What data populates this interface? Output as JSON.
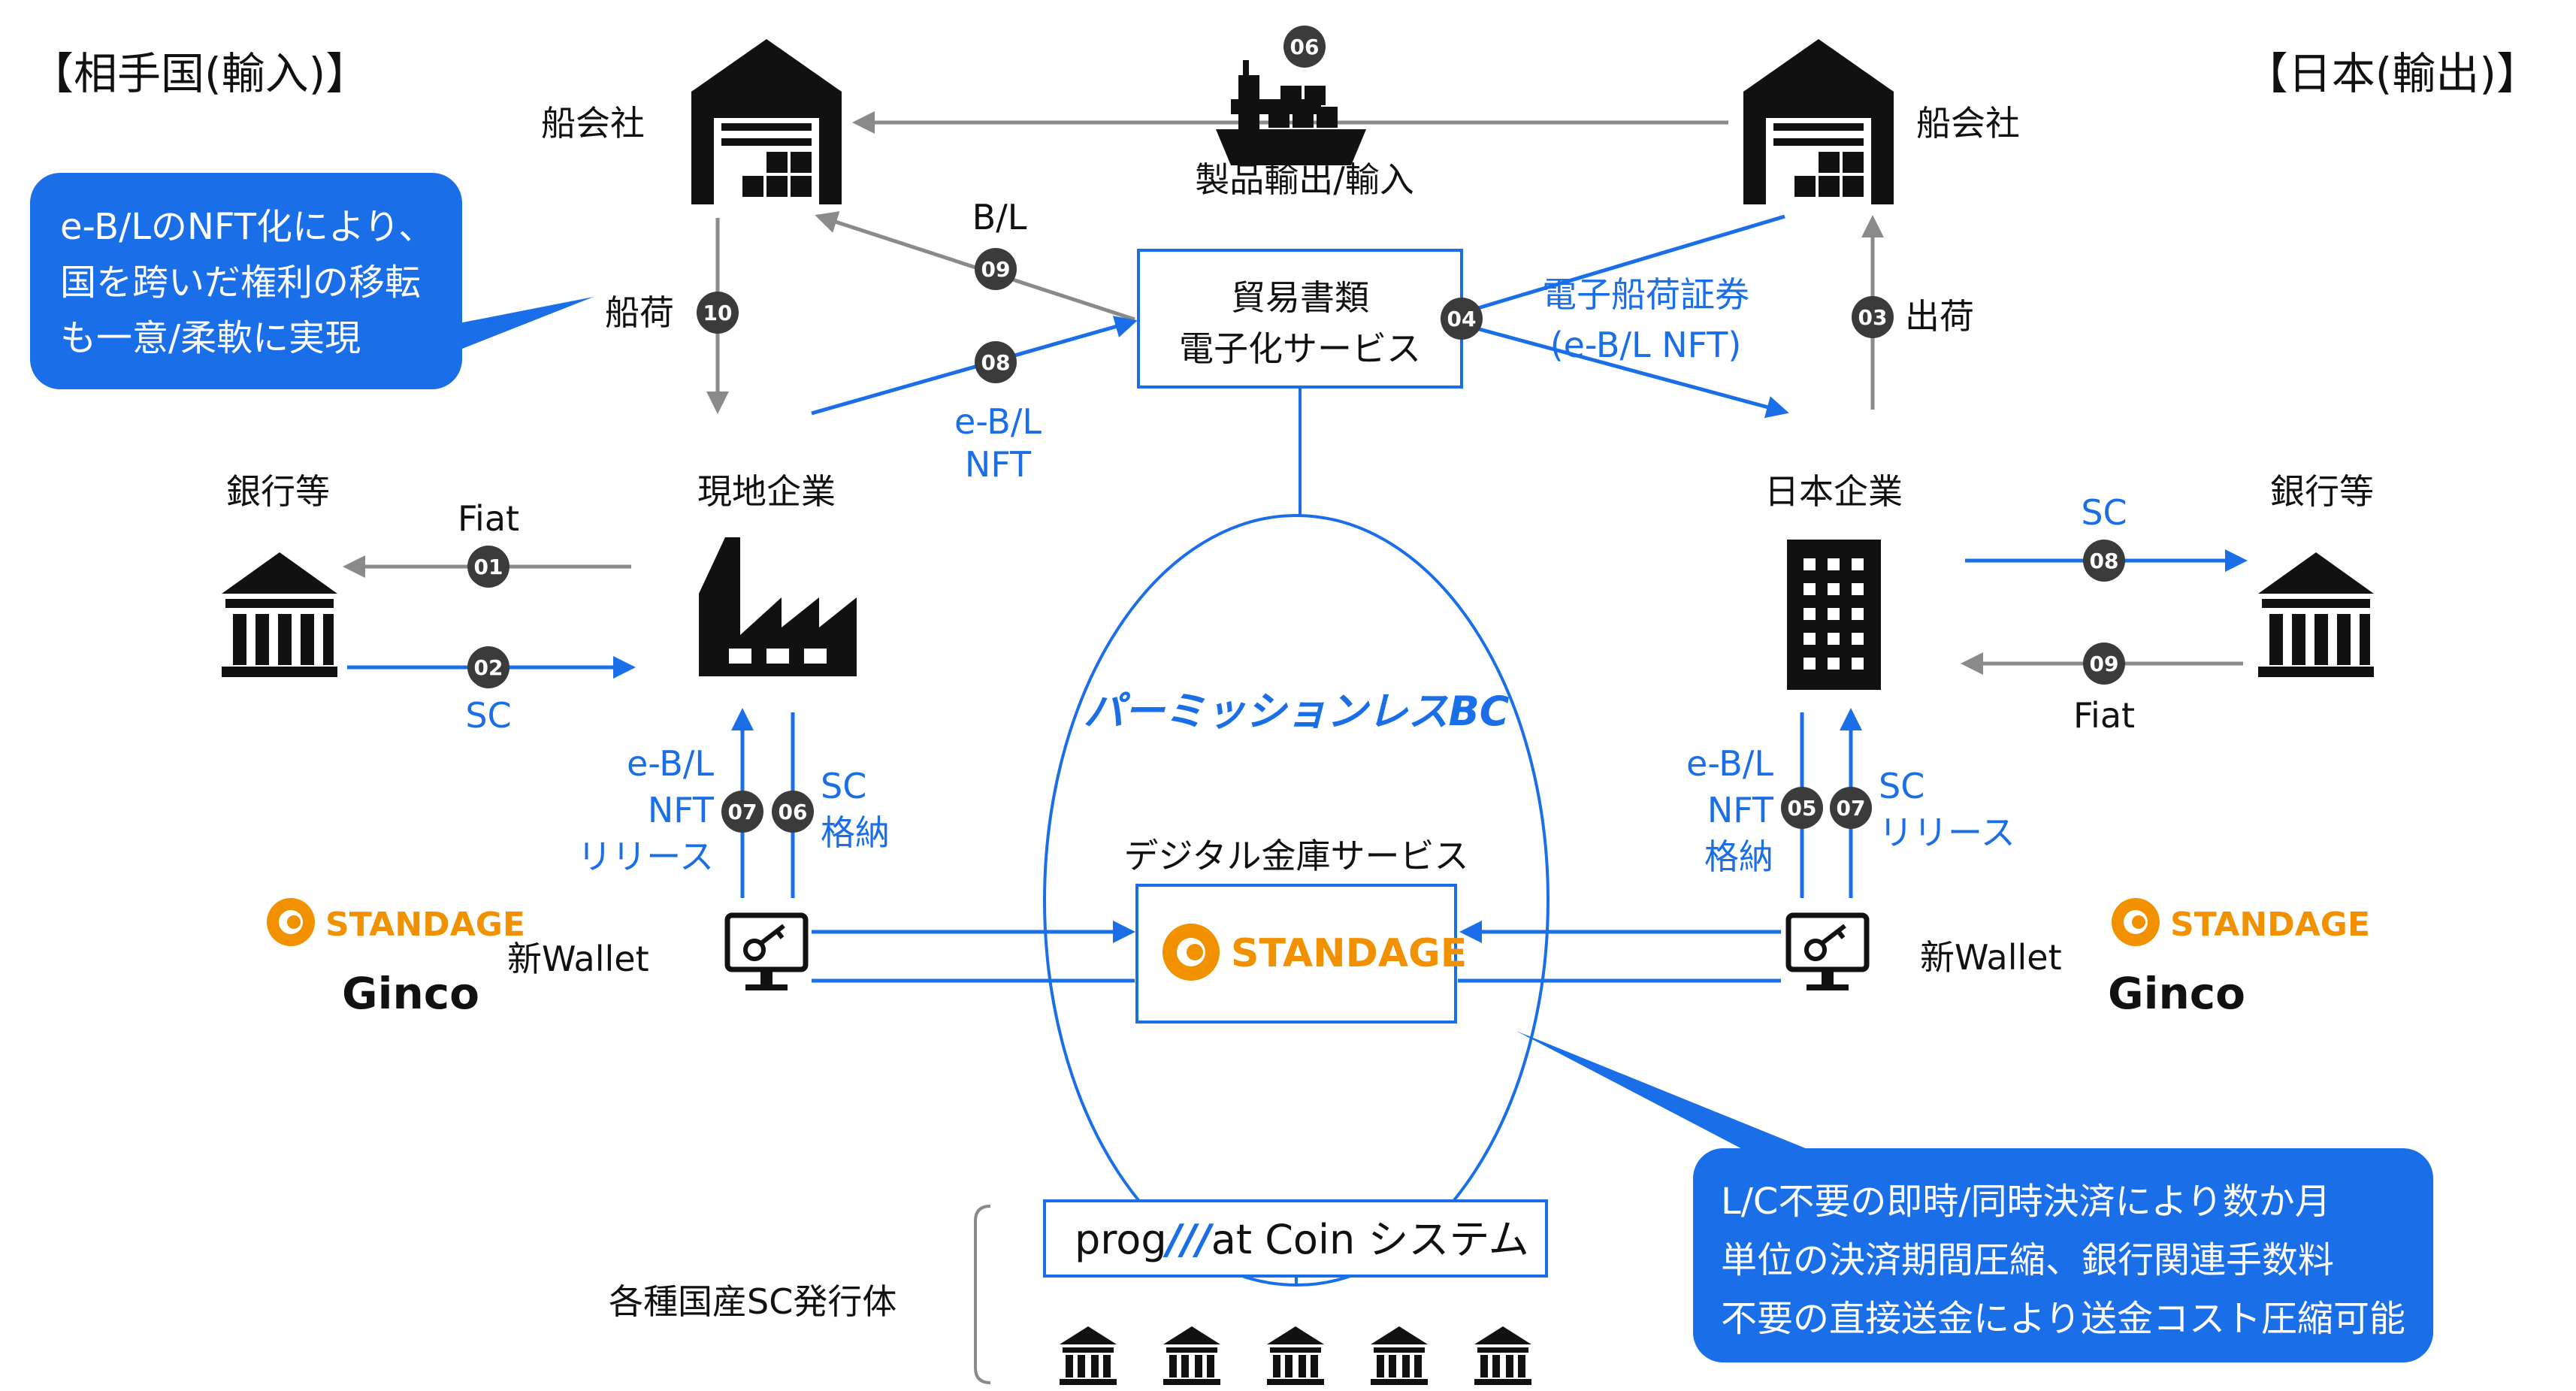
{
  "regions": {
    "left": "【相手国(輸入)】",
    "right": "【日本(輸出)】"
  },
  "left_side": {
    "shipping_co": "船会社",
    "company": "現地企業",
    "bank": "銀行等",
    "wallet": "新Wallet",
    "brand_standage": "STANDAGE",
    "brand_ginco": "Ginco"
  },
  "right_side": {
    "shipping_co": "船会社",
    "company": "日本企業",
    "bank": "銀行等",
    "wallet": "新Wallet",
    "brand_standage": "STANDAGE",
    "brand_ginco": "Ginco"
  },
  "center": {
    "trade_docs": [
      "貿易書類",
      "電子化サービス"
    ],
    "bc_label": "パーミッションレスBC",
    "vault_label": "デジタル金庫サービス",
    "vault_brand": "STANDAGE",
    "coin_system_prefix": "prog",
    "coin_system_slashes": "///",
    "coin_system_suffix": "at Coin システム",
    "issuers_label": "各種国産SC発行体"
  },
  "steps": {
    "s01": {
      "num": "01",
      "label": "Fiat"
    },
    "s02": {
      "num": "02",
      "label": "SC"
    },
    "s03": {
      "num": "03",
      "label": "出荷"
    },
    "s04": {
      "num": "04",
      "label": [
        "電子船荷証券",
        "(e-B/L NFT)"
      ]
    },
    "s05": {
      "num": "05",
      "label": [
        "e-B/L",
        "NFT",
        "格納"
      ]
    },
    "s06": {
      "num": "06",
      "label": "製品輸出/輸入"
    },
    "s06b": {
      "num": "06",
      "label": [
        "SC",
        "格納"
      ]
    },
    "s07l": {
      "num": "07",
      "label": [
        "e-B/L",
        "NFT",
        "リリース"
      ]
    },
    "s07r": {
      "num": "07",
      "label": [
        "SC",
        "リリース"
      ]
    },
    "s08": {
      "num": "08",
      "label": [
        "e-B/L",
        "NFT"
      ]
    },
    "s08r": {
      "num": "08",
      "label": "SC"
    },
    "s09": {
      "num": "09",
      "label": "B/L"
    },
    "s09r": {
      "num": "09",
      "label": "Fiat"
    },
    "s10": {
      "num": "10",
      "label": "船荷"
    }
  },
  "callouts": {
    "top_left": [
      "e-B/LのNFT化により、",
      "国を跨いだ権利の移転",
      "も一意/柔軟に実現"
    ],
    "bottom_right": [
      "L/C不要の即時/同時決済により数か月",
      "単位の決済期間圧縮、銀行関連手数料",
      "不要の直接送金により送金コスト圧縮可能"
    ]
  },
  "colors": {
    "blue": "#1a6fe8",
    "gray_arrow": "#8a8a8a",
    "badge": "#3b3b3b",
    "standage_orange": "#f29100",
    "black": "#111111"
  }
}
